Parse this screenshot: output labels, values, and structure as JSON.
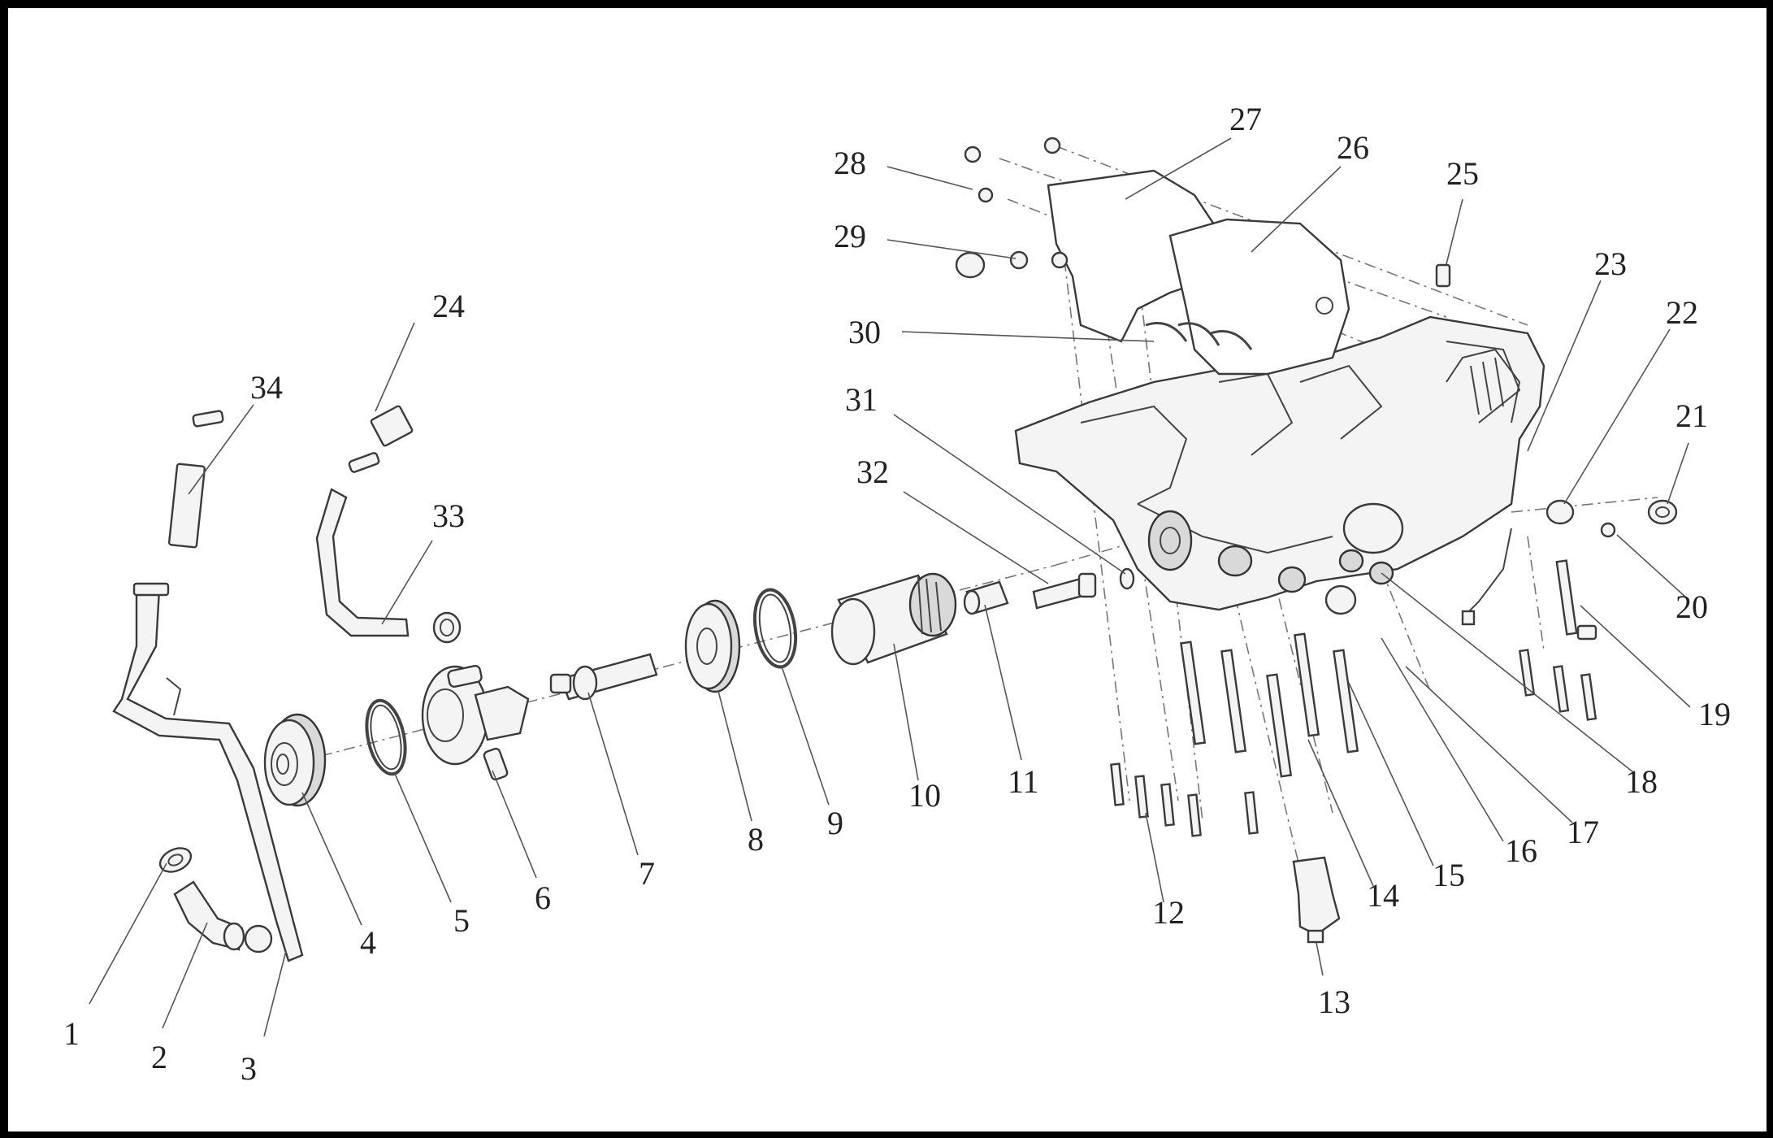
{
  "diagram": {
    "labels": [
      "1",
      "2",
      "3",
      "4",
      "5",
      "6",
      "7",
      "8",
      "9",
      "10",
      "11",
      "12",
      "13",
      "14",
      "15",
      "16",
      "17",
      "18",
      "19",
      "20",
      "21",
      "22",
      "23",
      "24",
      "25",
      "26",
      "27",
      "28",
      "29",
      "30",
      "31",
      "32",
      "33",
      "34"
    ]
  }
}
